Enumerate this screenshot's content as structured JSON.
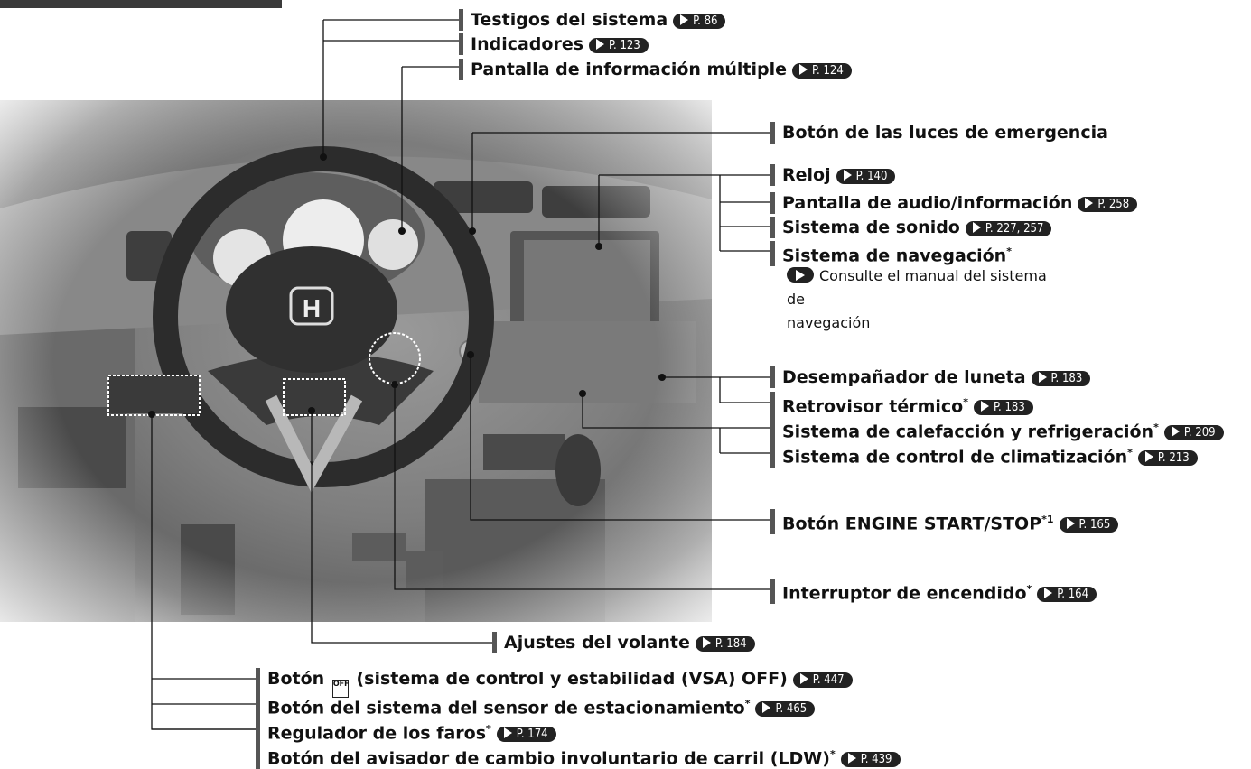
{
  "labels": {
    "testigos": {
      "text": "Testigos del sistema",
      "ref": "P. 86"
    },
    "indicadores": {
      "text": "Indicadores",
      "ref": "P. 123"
    },
    "pantalla_info": {
      "text": "Pantalla de información múltiple",
      "ref": "P. 124"
    },
    "boton_luces": {
      "text": "Botón de las luces de emergencia"
    },
    "reloj": {
      "text": "Reloj",
      "ref": "P. 140"
    },
    "pantalla_audio": {
      "text": "Pantalla de audio/información",
      "ref": "P. 258"
    },
    "sistema_sonido": {
      "text": "Sistema de sonido",
      "ref": "P. 227, 257"
    },
    "sistema_nav": {
      "text": "Sistema de navegación",
      "star": "*"
    },
    "nav_note_1": "Consulte el manual del sistema de",
    "nav_note_2": "navegación",
    "desempanador": {
      "text": "Desempañador de luneta",
      "ref": "P. 183"
    },
    "retrovisor": {
      "text": "Retrovisor térmico",
      "star": "*",
      "ref": "P. 183"
    },
    "calefaccion": {
      "text": "Sistema de calefacción y refrigeración",
      "star": "*",
      "ref": "P. 209"
    },
    "climatizacion": {
      "text": "Sistema de control de climatización",
      "star": "*",
      "ref": "P. 213"
    },
    "engine": {
      "text": "Botón ENGINE START/STOP",
      "star": "*1",
      "ref": "P. 165"
    },
    "interruptor": {
      "text": "Interruptor de encendido",
      "star": "*",
      "ref": "P. 164"
    },
    "ajustes": {
      "text": "Ajustes del volante",
      "ref": "P. 184"
    },
    "vsa_pre": "Botón",
    "vsa_post": "(sistema de control y estabilidad (VSA) OFF)",
    "vsa_ref": "P. 447",
    "vsa_icon": "OFF",
    "sensor": {
      "text": "Botón del sistema del sensor de estacionamiento",
      "star": "*",
      "ref": "P. 465"
    },
    "regulador": {
      "text": "Regulador de los faros",
      "star": "*",
      "ref": "P. 174"
    },
    "ldw": {
      "text": "Botón del avisador de cambio involuntario de carril (LDW)",
      "star": "*",
      "ref": "P. 439"
    },
    "honda_logo": "H"
  }
}
